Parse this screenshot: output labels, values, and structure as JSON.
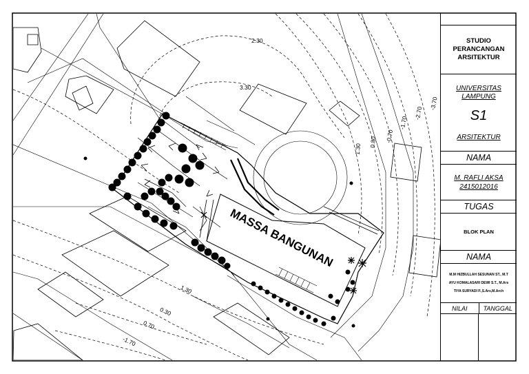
{
  "title_block": {
    "studio": [
      "STUDIO",
      "PERANCANGAN",
      "ARSITEKTUR"
    ],
    "university": "UNIVERSITAS LAMPUNG",
    "program_code": "S1",
    "department": "ARSITEKTUR",
    "name_header": "NAMA",
    "student_name": "M. RAFLI AKSA",
    "student_id": "2415012016",
    "task_header": "TUGAS",
    "task": "BLOK PLAN",
    "lecturers_header": "NAMA",
    "lecturers": [
      "M.M HIZBULLAH SESUNAN ST., M.T",
      "AYU KOMALASARI DEWI S.T., M.Ars",
      "TIYA SURYADI P.,S.Ars,M.Arch"
    ],
    "grade_label": "NILAI",
    "date_label": "TANGGAL"
  },
  "plan": {
    "building_label": "MASSA BANGUNAN",
    "contours": [
      "2.30",
      "3.30",
      "1.30",
      "0.30",
      "-0.70",
      "-1.70",
      "-2.70",
      "-3.70",
      "1.30",
      "0.30",
      "0.70",
      "-1.70"
    ]
  }
}
